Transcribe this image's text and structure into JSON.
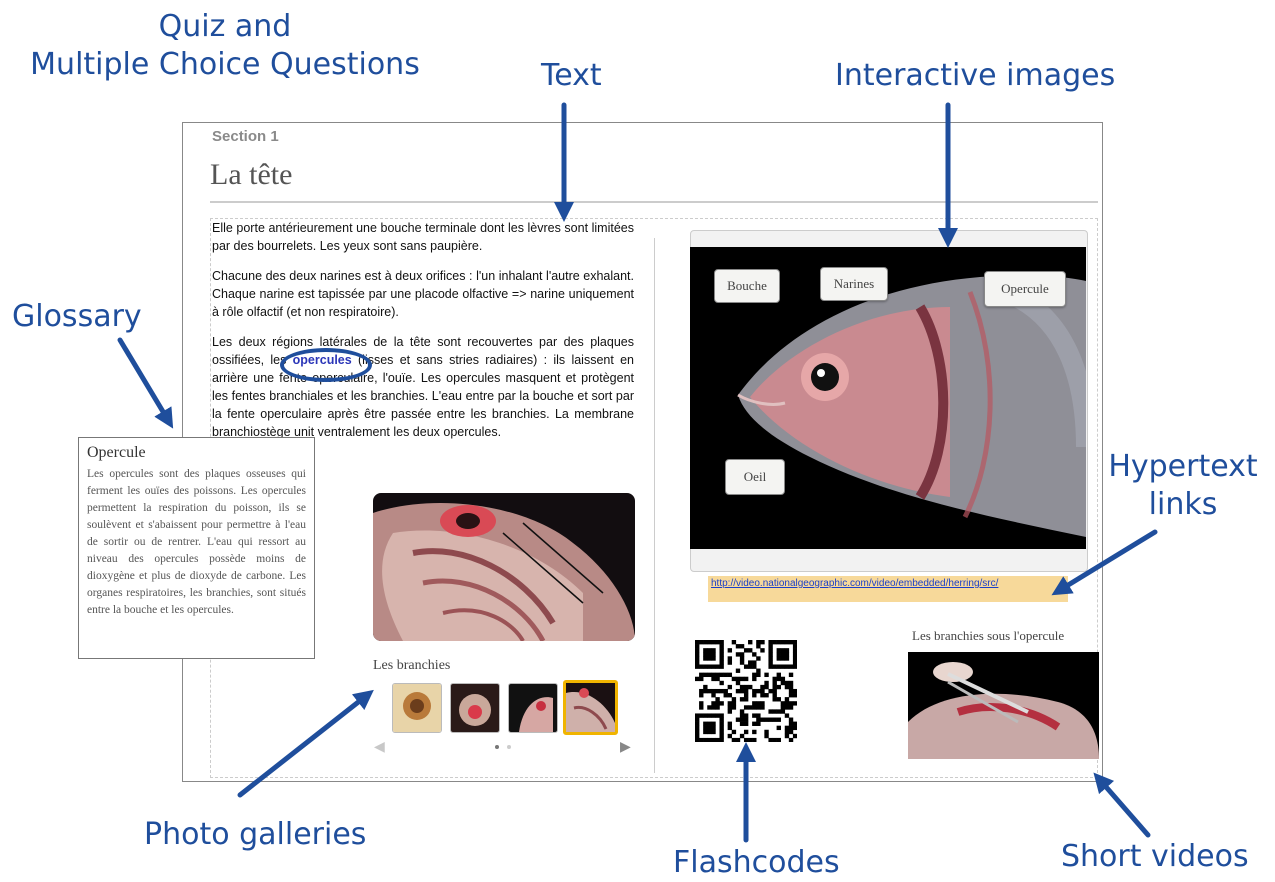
{
  "callouts": {
    "quiz_line1": "Quiz and",
    "quiz_line2": "Multiple Choice Questions",
    "text": "Text",
    "interactive": "Interactive images",
    "glossary": "Glossary",
    "hypertext_line1": "Hypertext",
    "hypertext_line2": "links",
    "photo": "Photo galleries",
    "flash": "Flashcodes",
    "videos": "Short videos"
  },
  "page": {
    "section_label": "Section 1",
    "title": "La tête",
    "para1": "Elle porte antérieurement une bouche terminale dont les lèvres sont limitées par des bourrelets. Les yeux sont sans paupière.",
    "para2": "Chacune des deux narines est à deux orifices : l'un inhalant l'autre exhalant. Chaque narine est tapissée par une placode olfactive => narine uniquement à rôle olfactif (et non respiratoire).",
    "para3_pre": "Les deux régions latérales de la tête sont recouvertes par des plaques ossifiées, les ",
    "para3_kw": "opercules",
    "para3_post": " (lisses et sans stries radiaires) : ils laissent en arrière une fente operculaire, l'ouïe. Les opercules masquent et protègent les fentes branchiales et les branchies. L'eau entre par la bouche et sort par la fente operculaire après être passée entre les branchies. La membrane branchiostège unit ventralement les deux opercules."
  },
  "glossary": {
    "title": "Opercule",
    "body": "Les opercules sont des plaques osseuses qui ferment les ouïes des poissons. Les opercules permettent la respiration du poisson, ils se soulèvent et s'abaissent pour permettre à l'eau de sortir ou de rentrer. L'eau qui ressort au niveau des opercules possède moins de dioxygène et plus de dioxyde de carbone. Les organes respiratoires, les branchies, sont situés entre la bouche et les opercules."
  },
  "gallery": {
    "caption": "Les branchies"
  },
  "fish_labels": {
    "bouche": "Bouche",
    "narines": "Narines",
    "opercule": "Opercule",
    "oeil": "Oeil"
  },
  "link": {
    "url": "http://video.nationalgeographic.com/video/embedded/herring/src/"
  },
  "video": {
    "caption": "Les branchies sous l'opercule"
  },
  "colors": {
    "callout": "#1f4e9c",
    "keyword": "#2b36b8",
    "link_bg": "#f7d99a",
    "thumb_selected": "#f0b400"
  }
}
